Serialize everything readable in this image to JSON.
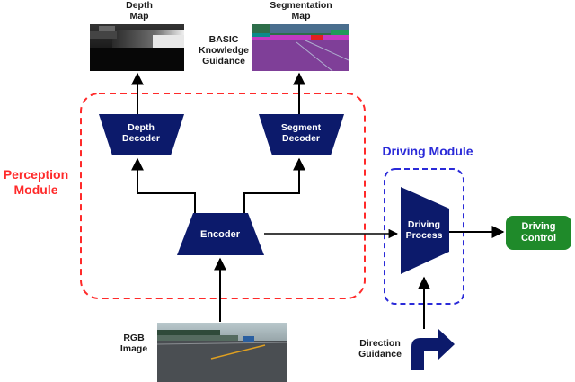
{
  "colors": {
    "navy": "#0c1a6b",
    "perception_dash": "#ff2a2a",
    "driving_dash": "#2a2ad8",
    "control_green": "#1f8a2a"
  },
  "labels": {
    "depth_map": "Depth\nMap",
    "segmentation_map": "Segmentation\nMap",
    "basic_guidance": "BASIC\nKnowledge\nGuidance",
    "rgb_image": "RGB\nImage",
    "direction_guidance": "Direction\nGuidance"
  },
  "blocks": {
    "depth_decoder": "Depth\nDecoder",
    "segment_decoder": "Segment\nDecoder",
    "encoder": "Encoder",
    "driving_process": "Driving\nProcess",
    "driving_control": "Driving\nControl"
  },
  "modules": {
    "perception": "Perception\nModule",
    "driving": "Driving Module"
  }
}
